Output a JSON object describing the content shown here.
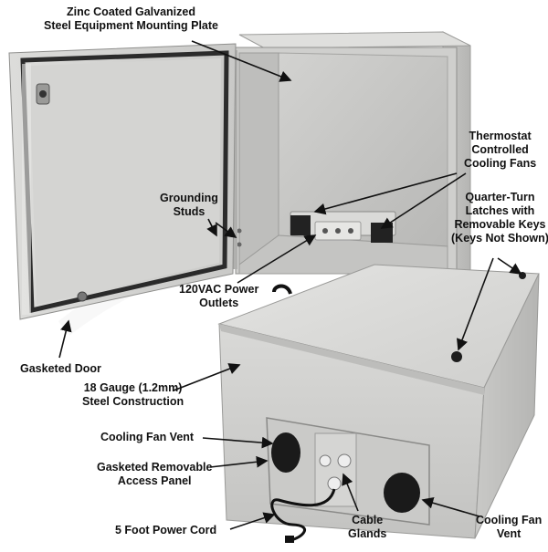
{
  "labels": {
    "mounting_plate_1": "Zinc Coated Galvanized",
    "mounting_plate_2": "Steel Equipment Mounting Plate",
    "thermostat_1": "Thermostat",
    "thermostat_2": "Controlled",
    "thermostat_3": "Cooling Fans",
    "grounding_1": "Grounding",
    "grounding_2": "Studs",
    "latches_1": "Quarter-Turn",
    "latches_2": "Latches with",
    "latches_3": "Removable Keys",
    "latches_note": "(Keys Not Shown)",
    "outlets_1": "120VAC Power",
    "outlets_2": "Outlets",
    "door": "Gasketed Door",
    "steel_1": "18 Gauge (1.2mm)",
    "steel_2": "Steel Construction",
    "fan_vent_left": "Cooling Fan Vent",
    "panel_1": "Gasketed Removable",
    "panel_2": "Access Panel",
    "cord": "5 Foot Power Cord",
    "glands_1": "Cable",
    "glands_2": "Glands",
    "fan_vent_right_1": "Cooling Fan",
    "fan_vent_right_2": "Vent"
  },
  "colors": {
    "enclosure_body": "#d7d7d5",
    "enclosure_shadow": "#b9b9b6",
    "interior": "#c8c8c6",
    "gasket": "#2b2b2b",
    "vent": "#1a1a1a",
    "watermark": "#eeeeee"
  }
}
